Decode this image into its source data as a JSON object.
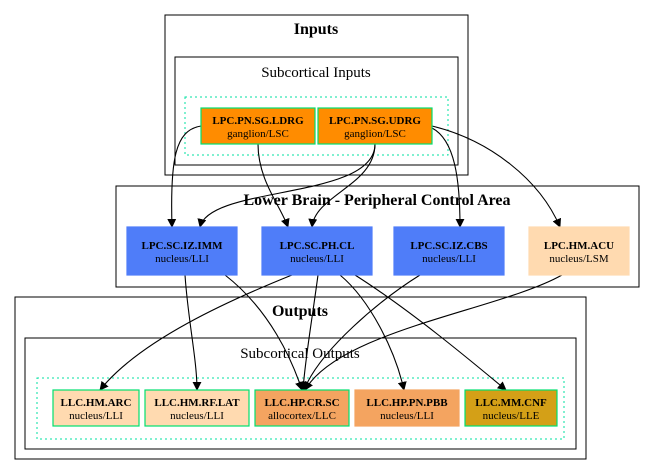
{
  "clusters": {
    "inputs": {
      "title": "Inputs"
    },
    "subcortical_inputs": {
      "title": "Subcortical Inputs"
    },
    "lower_brain": {
      "title": "Lower Brain - Peripheral Control Area"
    },
    "outputs": {
      "title": "Outputs"
    },
    "subcortical_outputs": {
      "title": "Subcortical Outputs"
    }
  },
  "nodes": {
    "ldrg": {
      "title": "LPC.PN.SG.LDRG",
      "sub": "ganglion/LSC",
      "fill": "#ff8c00",
      "border": "#00e070",
      "text": "#000000"
    },
    "udrg": {
      "title": "LPC.PN.SG.UDRG",
      "sub": "ganglion/LSC",
      "fill": "#ff8c00",
      "border": "#00e070",
      "text": "#000000"
    },
    "imm": {
      "title": "LPC.SC.IZ.IMM",
      "sub": "nucleus/LLI",
      "fill": "#4f7df9",
      "border": "#4f7df9",
      "text": "#000000"
    },
    "cl": {
      "title": "LPC.SC.PH.CL",
      "sub": "nucleus/LLI",
      "fill": "#4f7df9",
      "border": "#4f7df9",
      "text": "#000000"
    },
    "cbs": {
      "title": "LPC.SC.IZ.CBS",
      "sub": "nucleus/LLI",
      "fill": "#4f7df9",
      "border": "#4f7df9",
      "text": "#000000"
    },
    "acu": {
      "title": "LPC.HM.ACU",
      "sub": "nucleus/LSM",
      "fill": "#ffdab0",
      "border": "#ffdab0",
      "text": "#000000"
    },
    "arc": {
      "title": "LLC.HM.ARC",
      "sub": "nucleus/LLI",
      "fill": "#ffdab0",
      "border": "#00e070",
      "text": "#000000"
    },
    "lat": {
      "title": "LLC.HM.RF.LAT",
      "sub": "nucleus/LLI",
      "fill": "#ffdab0",
      "border": "#00e070",
      "text": "#000000"
    },
    "sc": {
      "title": "LLC.HP.CR.SC",
      "sub": "allocortex/LLC",
      "fill": "#f4a460",
      "border": "#00e070",
      "text": "#000000"
    },
    "pbb": {
      "title": "LLC.HP.PN.PBB",
      "sub": "nucleus/LLI",
      "fill": "#f4a460",
      "border": "#f4a460",
      "text": "#000000"
    },
    "cnf": {
      "title": "LLC.MM.CNF",
      "sub": "nucleus/LLE",
      "fill": "#d4a017",
      "border": "#00e070",
      "text": "#000000"
    }
  },
  "edges": [
    [
      "ldrg",
      "imm"
    ],
    [
      "ldrg",
      "cl"
    ],
    [
      "udrg",
      "imm"
    ],
    [
      "udrg",
      "cl"
    ],
    [
      "udrg",
      "cbs"
    ],
    [
      "udrg",
      "acu"
    ],
    [
      "imm",
      "lat"
    ],
    [
      "cl",
      "arc"
    ],
    [
      "cl",
      "sc"
    ],
    [
      "cl",
      "pbb"
    ],
    [
      "cl",
      "cnf"
    ],
    [
      "imm",
      "sc"
    ],
    [
      "cbs",
      "sc"
    ],
    [
      "acu",
      "sc"
    ]
  ]
}
